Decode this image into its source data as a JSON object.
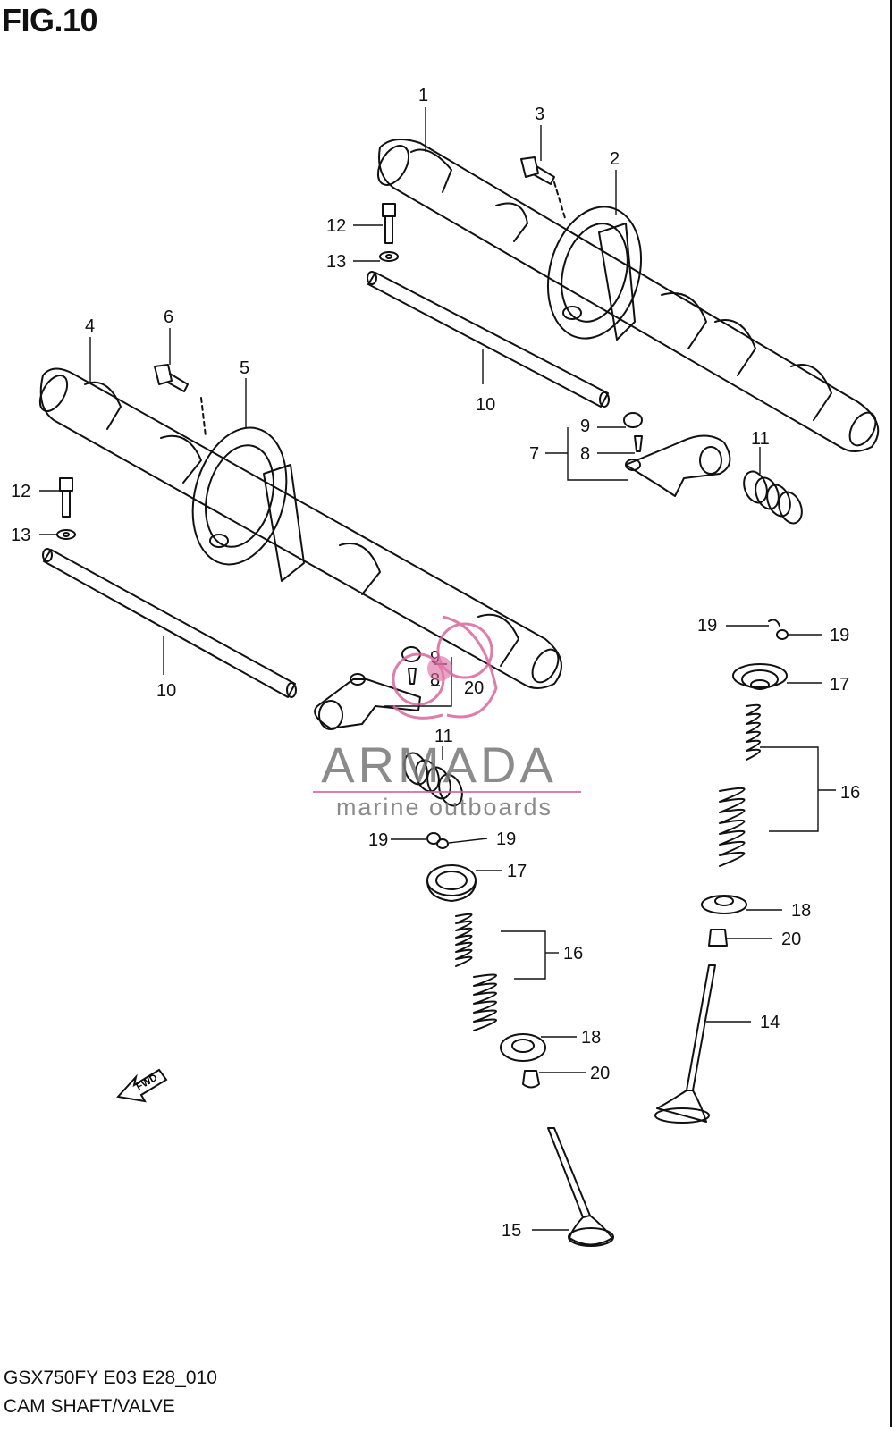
{
  "figure": {
    "title": "FIG.10",
    "model_code": "GSX750FY E03 E28_010",
    "caption": "CAM SHAFT/VALVE"
  },
  "callouts": [
    {
      "id": "c1",
      "text": "1"
    },
    {
      "id": "c2",
      "text": "2"
    },
    {
      "id": "c3",
      "text": "3"
    },
    {
      "id": "c4",
      "text": "4"
    },
    {
      "id": "c5",
      "text": "5"
    },
    {
      "id": "c6",
      "text": "6"
    },
    {
      "id": "c7",
      "text": "7"
    },
    {
      "id": "c8a",
      "text": "8"
    },
    {
      "id": "c8b",
      "text": "8"
    },
    {
      "id": "c9a",
      "text": "9"
    },
    {
      "id": "c9b",
      "text": "9"
    },
    {
      "id": "c10a",
      "text": "10"
    },
    {
      "id": "c10b",
      "text": "10"
    },
    {
      "id": "c11a",
      "text": "11"
    },
    {
      "id": "c11b",
      "text": "11"
    },
    {
      "id": "c12a",
      "text": "12"
    },
    {
      "id": "c12b",
      "text": "12"
    },
    {
      "id": "c13a",
      "text": "13"
    },
    {
      "id": "c13b",
      "text": "13"
    },
    {
      "id": "c14",
      "text": "14"
    },
    {
      "id": "c15",
      "text": "15"
    },
    {
      "id": "c16a",
      "text": "16"
    },
    {
      "id": "c16b",
      "text": "16"
    },
    {
      "id": "c17a",
      "text": "17"
    },
    {
      "id": "c17b",
      "text": "17"
    },
    {
      "id": "c18a",
      "text": "18"
    },
    {
      "id": "c18b",
      "text": "18"
    },
    {
      "id": "c19a",
      "text": "19"
    },
    {
      "id": "c19b",
      "text": "19"
    },
    {
      "id": "c19c",
      "text": "19"
    },
    {
      "id": "c19d",
      "text": "19"
    },
    {
      "id": "c20a",
      "text": "20"
    },
    {
      "id": "c20b",
      "text": "20"
    },
    {
      "id": "c20c",
      "text": "20"
    }
  ],
  "fwd_arrow": {
    "text": "FWD"
  },
  "watermark": {
    "brand": "ARMADA",
    "tagline": "marine outboards",
    "color_text": "#777777",
    "color_accent": "#d9669e"
  }
}
